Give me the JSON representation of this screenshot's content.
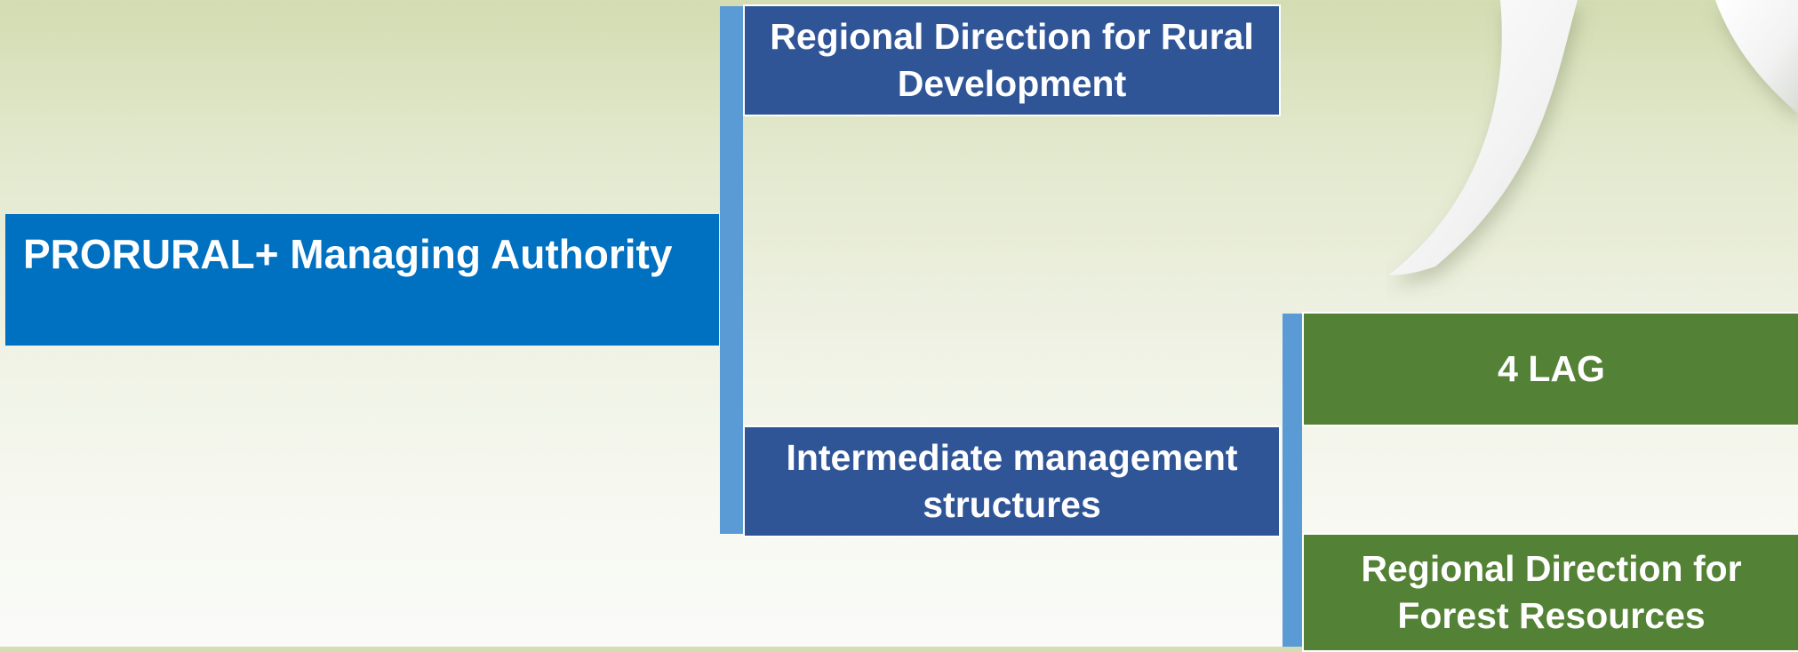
{
  "diagram": {
    "root": {
      "label": "PRORURAL+ Managing Authority"
    },
    "children": [
      {
        "label": "Regional Direction for Rural Development"
      },
      {
        "label": "Intermediate management structures",
        "children": [
          {
            "label": "4 LAG"
          },
          {
            "label": "Regional Direction for Forest Resources"
          }
        ]
      }
    ]
  },
  "colors": {
    "root_fill": "#0070c0",
    "connector": "#5b9bd5",
    "level2_fill": "#2f5597",
    "level3_fill": "#538135"
  }
}
